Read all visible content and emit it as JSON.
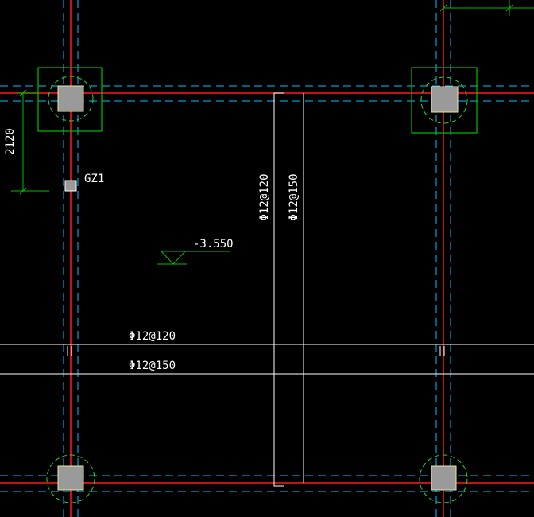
{
  "drawing": {
    "labels": {
      "column_tag": "GZ1",
      "dim_vertical": "2120",
      "level_mark": "-3.550",
      "rebar_h_top": "Φ12@120",
      "rebar_h_bottom": "Φ12@150",
      "rebar_v_left": "Φ12@120",
      "rebar_v_right": "Φ12@150",
      "dim_partial": "??"
    },
    "colors": {
      "background": "#000000",
      "axis_red": "#ff1a1a",
      "axis_dashed": "#00bfff",
      "footing_green": "#00c000",
      "pile_circle": "#22dd22",
      "column_fill": "#9a9a9a",
      "rebar_white": "#ffffff",
      "text": "#ffffff"
    }
  }
}
